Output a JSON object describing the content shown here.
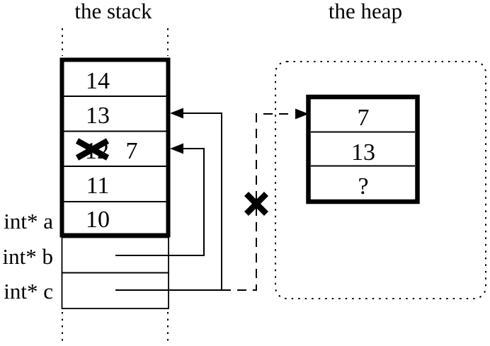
{
  "titles": {
    "stack": "the stack",
    "heap": "the heap"
  },
  "stack": {
    "rows": [
      {
        "value": "14"
      },
      {
        "value": "13"
      },
      {
        "value": "12",
        "crossed": true,
        "new_value": "7"
      },
      {
        "value": "11"
      },
      {
        "value": "10"
      }
    ],
    "pointer_labels": [
      {
        "text": "int* a"
      },
      {
        "text": "int* b"
      },
      {
        "text": "int* c"
      }
    ]
  },
  "heap": {
    "rows": [
      {
        "value": "7"
      },
      {
        "value": "13"
      },
      {
        "value": "?"
      }
    ]
  },
  "colors": {
    "ink": "#000000",
    "background": "#ffffff"
  }
}
